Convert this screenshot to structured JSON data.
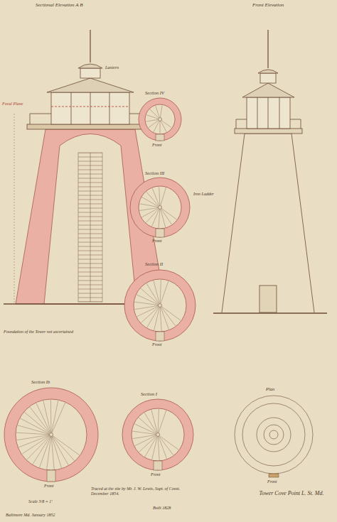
{
  "diagram": {
    "title": "Tower Cove Point L. St. Md.",
    "labels": [
      "Sectional Elevation A B",
      "Front Elevation",
      "Focal Plane",
      "Lantern",
      "Section IV",
      "Front",
      "Section III",
      "Iron Ladder",
      "Front",
      "Section II",
      "Front",
      "Foundation of the Tower not ascertained",
      "Section Ib",
      "Section I",
      "Plan",
      "Front",
      "Front",
      "Front",
      "Traced at the site by Mr. J. W. Lewis, Supt. of Const. December 1854.",
      "Scale 3/8 = 1'",
      "Built 1828",
      "Baltimore Md. January 1852"
    ]
  }
}
